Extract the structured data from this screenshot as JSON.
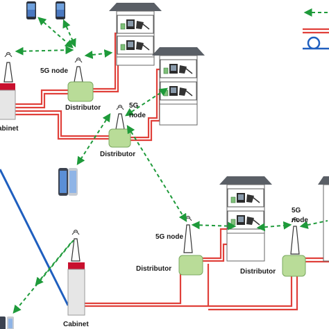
{
  "labels": {
    "node_5g": "5G node",
    "node_5g_split_top": "5G",
    "node_5g_split_bottom": "node",
    "distributor": "Distributor",
    "cabinet": "Cabinet",
    "cabinet_cropped": "abinet"
  },
  "legend": {
    "wireless_icon": "dashed-arrow-icon",
    "fiber_icon": "fiber-cable-icon",
    "spool_icon": "fiber-spool-icon"
  },
  "colors": {
    "fiber": "#e0403a",
    "wireless": "#1e9a3a",
    "distributor": "#b9dc98",
    "backhaul": "#1f5fbf",
    "cabinet_cap": "#c8102e"
  }
}
